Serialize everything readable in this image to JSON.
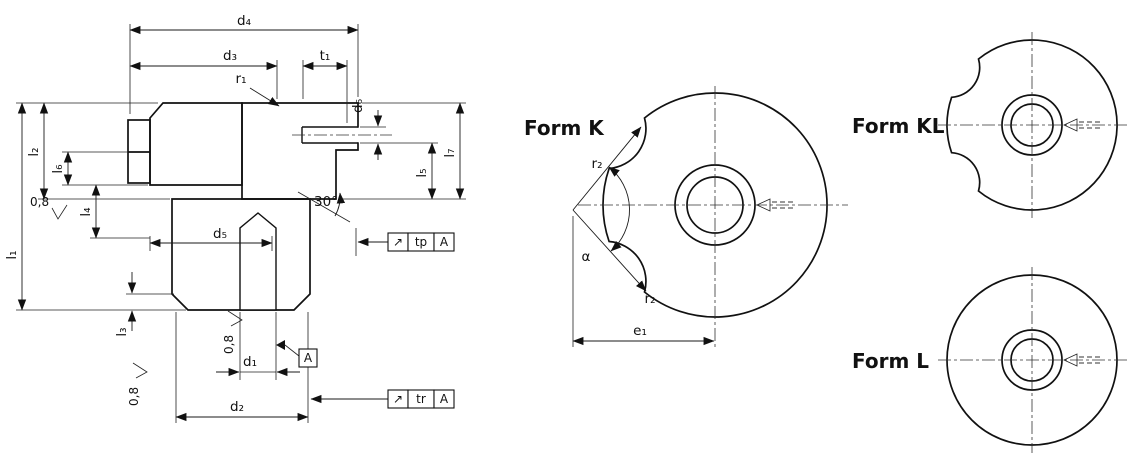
{
  "section_view": {
    "dim_labels": {
      "d1": "d₁",
      "d2": "d₂",
      "d3": "d₃",
      "d4": "d₄",
      "d5": "d₅",
      "d6": "d₆",
      "t1": "t₁",
      "r1": "r₁",
      "l1": "l₁",
      "l2": "l₂",
      "l3": "l₃",
      "l4": "l₄",
      "l5": "l₅",
      "l6": "l₆",
      "l7": "l₇",
      "chamfer_angle": "30°"
    },
    "surface_finish": {
      "value1": "0,8",
      "value2": "0,8",
      "value3": "0,8"
    },
    "feature_control": {
      "tp": {
        "symbol": "↗",
        "tolerance": "tp",
        "datum": "A"
      },
      "tr": {
        "symbol": "↗",
        "tolerance": "tr",
        "datum": "A"
      }
    },
    "datum_label": "A"
  },
  "form_views": {
    "form_k": {
      "title": "Form K",
      "labels": {
        "r2_upper": "r₂",
        "r2_lower": "r₂",
        "alpha": "α",
        "e1": "e₁"
      }
    },
    "form_kl": {
      "title": "Form KL"
    },
    "form_l": {
      "title": "Form L"
    }
  }
}
